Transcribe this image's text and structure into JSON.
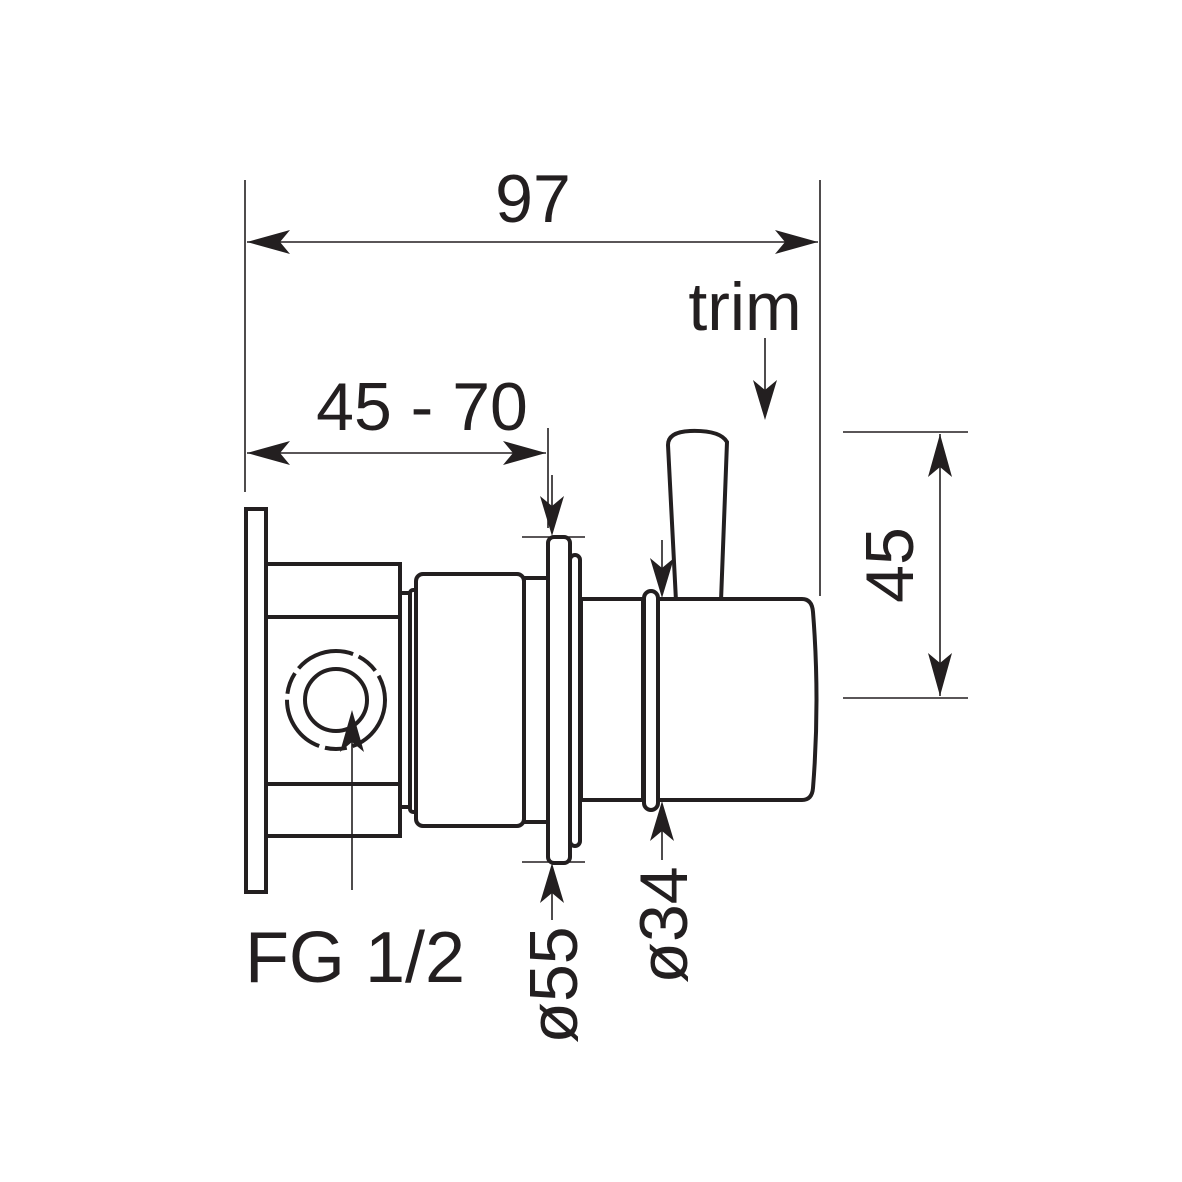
{
  "drawing": {
    "dimensions": {
      "overall_length": "97",
      "installation_depth": "45 - 70",
      "handle_height": "45",
      "flange_diameter": "ø55",
      "stem_diameter": "ø34"
    },
    "labels": {
      "trim": "trim",
      "connection": "FG 1/2"
    },
    "colors": {
      "line": "#231f20",
      "background": "#ffffff"
    }
  }
}
